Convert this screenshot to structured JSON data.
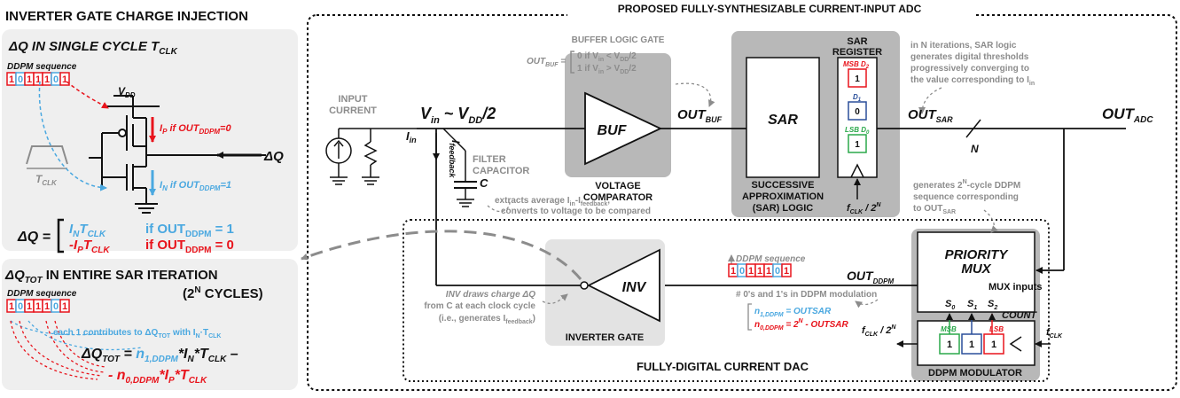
{
  "left_panel": {
    "title": "INVERTER GATE CHARGE INJECTION",
    "section1": {
      "title_prefix": "ΔQ IN SINGLE CYCLE T",
      "title_sub": "CLK",
      "sequence_label": "DDPM sequence",
      "bits": [
        "1",
        "0",
        "1",
        "1",
        "1",
        "0",
        "1"
      ],
      "vdd": "V",
      "vdd_sub": "DD",
      "ip_label": "I",
      "ip_sub": "P",
      "ip_cond": " if OUT",
      "ip_cond_sub": "DDPM",
      "ip_cond_end": "=0",
      "in_label": "I",
      "in_sub": "N",
      "in_cond": " if OUT",
      "in_cond_sub": "DDPM",
      "in_cond_end": "=1",
      "dq": "ΔQ",
      "tclk": "T",
      "tclk_sub": "CLK",
      "eq_lhs": "ΔQ =",
      "eq_row1_term": "I",
      "eq_row1_term_sub": "N",
      "eq_row1_t": "T",
      "eq_row1_t_sub": "CLK",
      "eq_row1_cond": "if OUT",
      "eq_row1_cond_sub": "DDPM",
      "eq_row1_val": " = 1",
      "eq_row2_term": "-I",
      "eq_row2_term_sub": "P",
      "eq_row2_t": "T",
      "eq_row2_t_sub": "CLK",
      "eq_row2_cond": "if OUT",
      "eq_row2_cond_sub": "DDPM",
      "eq_row2_val": " = 0"
    },
    "section2": {
      "title_prefix": "ΔQ",
      "title_sub": "TOT",
      "title_rest": " IN ENTIRE SAR ITERATION",
      "title_line2": "(2",
      "title_line2_sup": "N",
      "title_line2_end": " CYCLES)",
      "sequence_label": "DDPM sequence",
      "bits": [
        "1",
        "0",
        "1",
        "1",
        "1",
        "0",
        "1"
      ],
      "note": "each 1 contributes to ΔQ",
      "note_sub": "TOT",
      "note_end": " with I",
      "note_sub2": "N",
      "note_end2": "·T",
      "note_sub3": "CLK",
      "eq_lhs": "ΔQ",
      "eq_lhs_sub": "TOT",
      "eq_eq": " = ",
      "eq_n1": "n",
      "eq_n1_sub": "1,DDPM",
      "eq_row1_rest": "*I",
      "eq_row1_sub": "N",
      "eq_row1_t": "*T",
      "eq_row1_t_sub": "CLK",
      "eq_row1_dash": " –",
      "eq_row2_pre": "- n",
      "eq_row2_sub": "0,DDPM",
      "eq_row2_rest": "*I",
      "eq_row2_sub2": "P",
      "eq_row2_t": "*T",
      "eq_row2_t_sub": "CLK"
    }
  },
  "main": {
    "title": "PROPOSED FULLY-SYNTHESIZABLE CURRENT-INPUT ADC",
    "input_current": [
      "INPUT",
      "CURRENT"
    ],
    "vin": "V",
    "vin_sub": "in",
    "vin_rest": " ~ V",
    "vin_sub2": "DD",
    "vin_end": "/2",
    "iin": "I",
    "iin_sub": "in",
    "ifeedback": "I",
    "ifeedback_sub": "feedback",
    "filter_cap": [
      "FILTER",
      "CAPACITOR"
    ],
    "cap_c": "C",
    "cap_note1": "extracts average I",
    "cap_note1_sub": "in",
    "cap_note1_mid": "-I",
    "cap_note1_sub2": "feedback",
    "cap_note1_end": ",",
    "cap_note2": "converts to voltage to be compared",
    "buffer_gate_label": "BUFFER LOGIC GATE",
    "outbuf_eq_lhs": "OUT",
    "outbuf_eq_lhs_sub": "BUF",
    "outbuf_eq_lhs_end": " =",
    "outbuf_row1": "0   if V",
    "outbuf_row1_sub": "in",
    "outbuf_row1_mid": " < V",
    "outbuf_row1_sub2": "DD",
    "outbuf_row1_end": "/2",
    "outbuf_row2": "1   if V",
    "outbuf_row2_sub": "in",
    "outbuf_row2_mid": " > V",
    "outbuf_row2_sub2": "DD",
    "outbuf_row2_end": "/2",
    "buf": "BUF",
    "voltage_comparator": [
      "VOLTAGE",
      "COMPARATOR"
    ],
    "outbuf": "OUT",
    "outbuf_sub": "BUF",
    "sar": "SAR",
    "sar_logic": [
      "SUCCESSIVE",
      "APPROXIMATION",
      "(SAR) LOGIC"
    ],
    "sar_register": [
      "SAR",
      "REGISTER"
    ],
    "msb_label": "MSB D",
    "msb_sub": "2",
    "msb_bit": "1",
    "d1_label": "D",
    "d1_sub": "1",
    "d1_bit": "0",
    "lsb_label": "LSB D",
    "lsb_sub": "0",
    "lsb_bit": "1",
    "fclk_div": "f",
    "fclk_div_sub": "CLK",
    "fclk_div_end": " / 2",
    "fclk_div_sup": "N",
    "sar_note": [
      "in N iterations, SAR logic",
      "generates digital thresholds",
      "progressively converging to",
      "the value corresponding to I"
    ],
    "sar_note_sub": "in",
    "outsar": "OUT",
    "outsar_sub": "SAR",
    "n_label": "N",
    "outadc": "OUT",
    "outadc_sub": "ADC",
    "ddpm_note": [
      "generates 2",
      "-cycle DDPM",
      "sequence corresponding",
      "to OUT"
    ],
    "ddpm_note_sup": "N",
    "ddpm_note_sub": "SAR",
    "priority_mux": [
      "PRIORITY",
      "MUX"
    ],
    "mux_inputs": "MUX inputs",
    "s0": "S",
    "s0_sub": "0",
    "s1": "S",
    "s1_sub": "1",
    "s2": "S",
    "s2_sub": "2",
    "count": "COUNT",
    "cnt_msb": "MSB",
    "cnt_lsb": "LSB",
    "cnt_bits": [
      "1",
      "1",
      "1"
    ],
    "fclk_in": "f",
    "fclk_in_sub": "CLK",
    "fclk_out": "f",
    "fclk_out_sub": "CLK",
    "fclk_out_end": " / 2",
    "fclk_out_sup": "N",
    "ddpm_modulator": "DDPM MODULATOR",
    "outddpm": "OUT",
    "outddpm_sub": "DDPM",
    "dac_sequence_label": "DDPM sequence",
    "dac_bits": [
      "1",
      "0",
      "1",
      "1",
      "1",
      "0",
      "1"
    ],
    "zeros_ones_note": "# 0's and 1's in DDPM modulation",
    "n1_eq": "n",
    "n1_eq_sub": "1,DDPM",
    "n1_eq_end": " = OUTSAR",
    "n0_eq": "n",
    "n0_eq_sub": "0,DDPM",
    "n0_eq_mid": " = 2",
    "n0_eq_sup": "N",
    "n0_eq_end": " - OUTSAR",
    "inv": "INV",
    "inverter_gate": "INVERTER GATE",
    "inv_note": [
      "INV draws charge ΔQ",
      "from C at each clock cycle",
      "(i.e., generates I"
    ],
    "inv_note_sub": "feedback",
    "inv_note_end": ")",
    "dac_title": "FULLY-DIGITAL CURRENT DAC"
  },
  "colors": {
    "grey_box": "#b8b8b8",
    "panel_bg": "#efefef",
    "accent_red": "#e8141c",
    "accent_blue": "#4aa8e0",
    "accent_green": "#2aa84a",
    "accent_navy": "#2a4f9a"
  }
}
